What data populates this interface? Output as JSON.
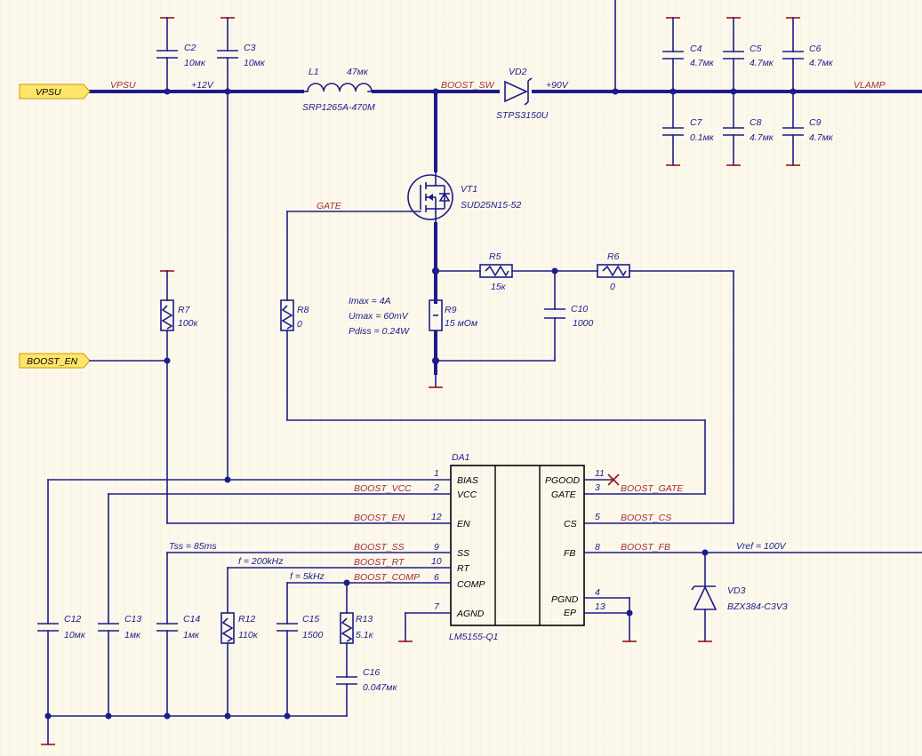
{
  "ports": {
    "vpsu": "VPSU",
    "boost_en": "BOOST_EN"
  },
  "nets": {
    "vpsu": "VPSU",
    "v12": "+12V",
    "boost_sw": "BOOST_SW",
    "v90": "+90V",
    "vlamp": "VLAMP",
    "gate": "GATE",
    "boost_vcc": "BOOST_VCC",
    "boost_en": "BOOST_EN",
    "boost_ss": "BOOST_SS",
    "boost_rt": "BOOST_RT",
    "boost_comp": "BOOST_COMP",
    "boost_gate": "BOOST_GATE",
    "boost_cs": "BOOST_CS",
    "boost_fb": "BOOST_FB"
  },
  "components": {
    "C2": {
      "ref": "C2",
      "value": "10мк"
    },
    "C3": {
      "ref": "C3",
      "value": "10мк"
    },
    "L1": {
      "ref": "L1",
      "value": "47мк",
      "part": "SRP1265A-470M"
    },
    "VD2": {
      "ref": "VD2",
      "part": "STPS3150U"
    },
    "C4": {
      "ref": "C4",
      "value": "4.7мк"
    },
    "C5": {
      "ref": "C5",
      "value": "4.7мк"
    },
    "C6": {
      "ref": "C6",
      "value": "4.7мк"
    },
    "C7": {
      "ref": "C7",
      "value": "0.1мк"
    },
    "C8": {
      "ref": "C8",
      "value": "4.7мк"
    },
    "C9": {
      "ref": "C9",
      "value": "4.7мк"
    },
    "VT1": {
      "ref": "VT1",
      "part": "SUD25N15-52"
    },
    "R5": {
      "ref": "R5",
      "value": "15к"
    },
    "R6": {
      "ref": "R6",
      "value": "0"
    },
    "R7": {
      "ref": "R7",
      "value": "100к"
    },
    "R8": {
      "ref": "R8",
      "value": "0"
    },
    "R9": {
      "ref": "R9",
      "value": "15 мОм"
    },
    "C10": {
      "ref": "C10",
      "value": "1000"
    },
    "C12": {
      "ref": "C12",
      "value": "10мк"
    },
    "C13": {
      "ref": "C13",
      "value": "1мк"
    },
    "C14": {
      "ref": "C14",
      "value": "1мк"
    },
    "R12": {
      "ref": "R12",
      "value": "110к"
    },
    "C15": {
      "ref": "C15",
      "value": "1500"
    },
    "R13": {
      "ref": "R13",
      "value": "5.1к"
    },
    "C16": {
      "ref": "C16",
      "value": "0.047мк"
    },
    "VD3": {
      "ref": "VD3",
      "part": "BZX384-C3V3"
    }
  },
  "ic": {
    "ref": "DA1",
    "part": "LM5155-Q1",
    "left_pins": [
      {
        "num": "1",
        "name": "BIAS"
      },
      {
        "num": "2",
        "name": "VCC"
      },
      {
        "num": "12",
        "name": "EN"
      },
      {
        "num": "9",
        "name": "SS"
      },
      {
        "num": "10",
        "name": "RT"
      },
      {
        "num": "6",
        "name": "COMP"
      },
      {
        "num": "7",
        "name": "AGND"
      }
    ],
    "right_pins": [
      {
        "num": "11",
        "name": "PGOOD"
      },
      {
        "num": "3",
        "name": "GATE"
      },
      {
        "num": "5",
        "name": "CS"
      },
      {
        "num": "8",
        "name": "FB"
      },
      {
        "num": "4",
        "name": "PGND"
      },
      {
        "num": "13",
        "name": "EP"
      }
    ]
  },
  "notes": {
    "imax": "Imax = 4A",
    "umax": "Umax = 60mV",
    "pdiss": "Pdiss = 0.24W",
    "tss": "Tss = 85ms",
    "freq": "f = 200kHz",
    "fcomp": "f = 5kHz",
    "vref": "Vref = 100V"
  },
  "colors": {
    "wire": "#1c1c8a",
    "net_label": "#a03030",
    "power_port": "#9a1515",
    "port_fill": "#ffe36a",
    "background": "#fcf8ec"
  }
}
